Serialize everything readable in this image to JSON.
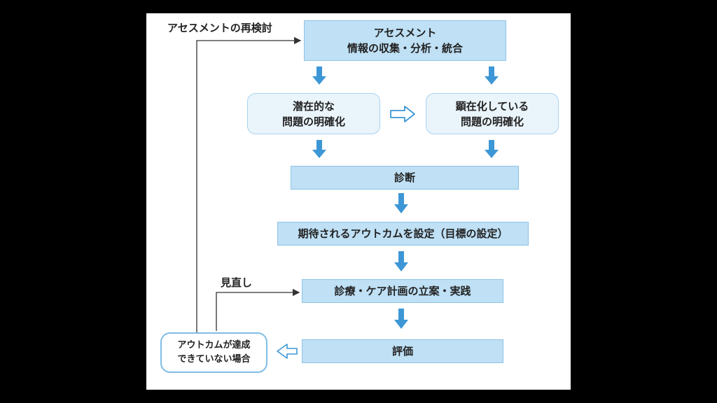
{
  "nodes": {
    "assessment": {
      "line1": "アセスメント",
      "line2": "情報の収集・分析・統合"
    },
    "potential": {
      "line1": "潜在的な",
      "line2": "問題の明確化"
    },
    "apparent": {
      "line1": "顕在化している",
      "line2": "問題の明確化"
    },
    "diagnosis": {
      "text": "診断"
    },
    "outcome": {
      "text": "期待されるアウトカムを設定（目標の設定）"
    },
    "plan": {
      "text": "診療・ケア計画の立案・実践"
    },
    "evaluation": {
      "text": "評価"
    },
    "not_achieved": {
      "line1": "アウトカムが達成",
      "line2": "できていない場合"
    }
  },
  "labels": {
    "reassessment": "アセスメントの再検討",
    "review": "見直し"
  },
  "colors": {
    "box_fill": "#bfe0f5",
    "box_border": "#8ec3e6",
    "arrow": "#3d97d6",
    "line": "#333333"
  }
}
